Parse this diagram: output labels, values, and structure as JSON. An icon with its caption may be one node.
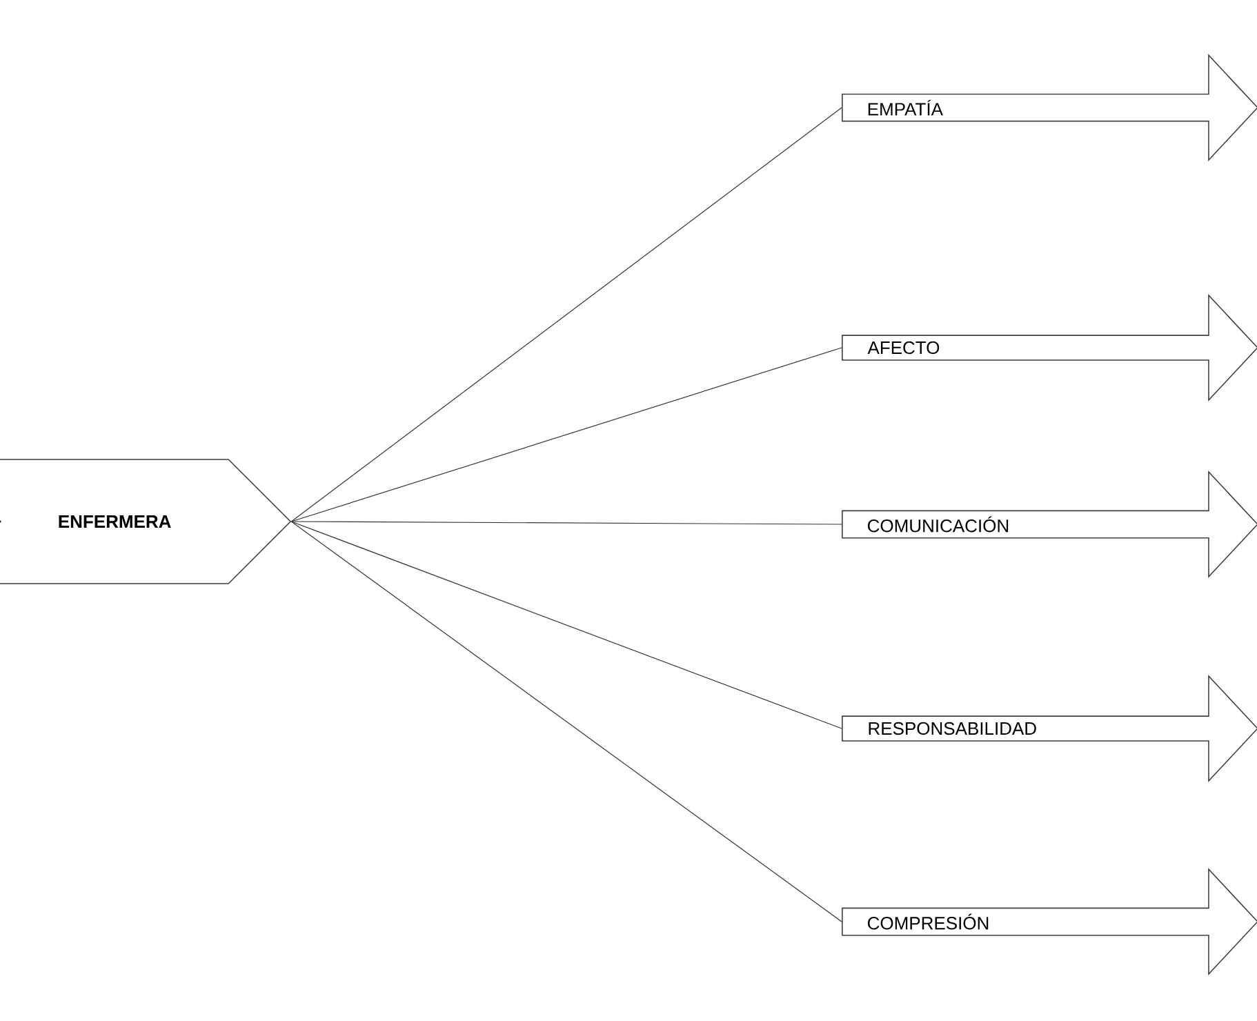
{
  "diagram": {
    "nodes": [
      {
        "text": [
          "ENFERMERA"
        ]
      },
      {
        "text": [
          "EMPATÍA"
        ]
      },
      {
        "text": [
          "AFECTO"
        ]
      },
      {
        "text": [
          "COMUNICACIÓN"
        ]
      },
      {
        "text": [
          "RESPONSABILIDAD"
        ]
      },
      {
        "text": [
          "COMPRESIÓN"
        ]
      }
    ],
    "edges": [
      {
        "from": 0,
        "to": 1,
        "arrow": "none"
      },
      {
        "from": 0,
        "to": 2,
        "arrow": "none"
      },
      {
        "from": 0,
        "to": 3,
        "arrow": "none"
      },
      {
        "from": 0,
        "to": 4,
        "arrow": "none"
      },
      {
        "from": 0,
        "to": 5,
        "arrow": "none"
      }
    ]
  }
}
